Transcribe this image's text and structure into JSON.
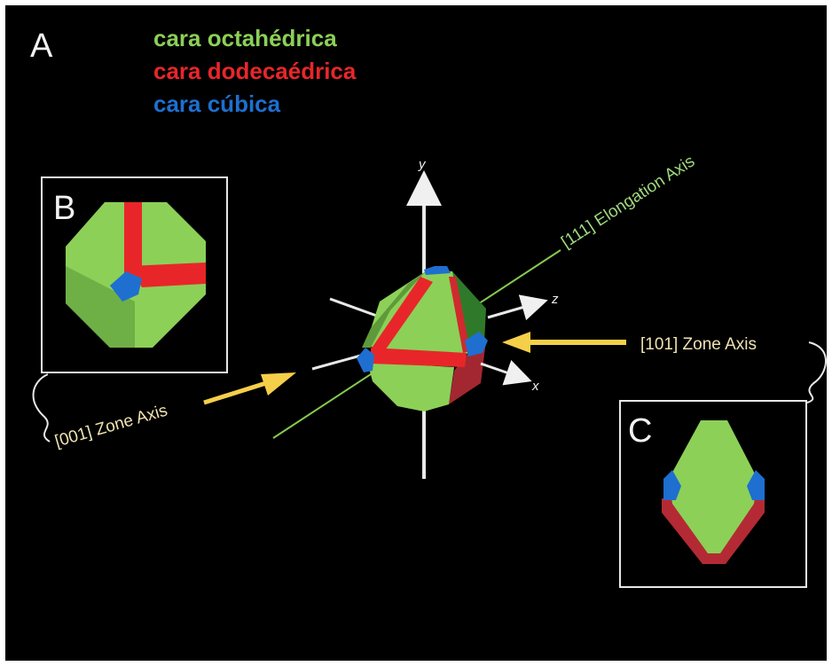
{
  "panels": {
    "a": "A",
    "b": "B",
    "c": "C"
  },
  "legend": {
    "octahedral": "cara octahédrica",
    "dodecahedral": "cara dodecaédrica",
    "cubic": "cara cúbica"
  },
  "labels": {
    "elongation_axis": "[111] Elongation Axis",
    "zone_axis_101": "[101] Zone Axis",
    "zone_axis_001": "[001] Zone Axis"
  },
  "axes": {
    "y": "y",
    "z": "z",
    "x": "x"
  },
  "colors": {
    "background": "#000000",
    "octahedral": "#8cd058",
    "dodecahedral": "#e8262a",
    "cubic": "#1e6fd0",
    "zone_arrow": "#f5cf4a",
    "elongation_line": "#86c94f",
    "frame": "#e8e8e8"
  }
}
